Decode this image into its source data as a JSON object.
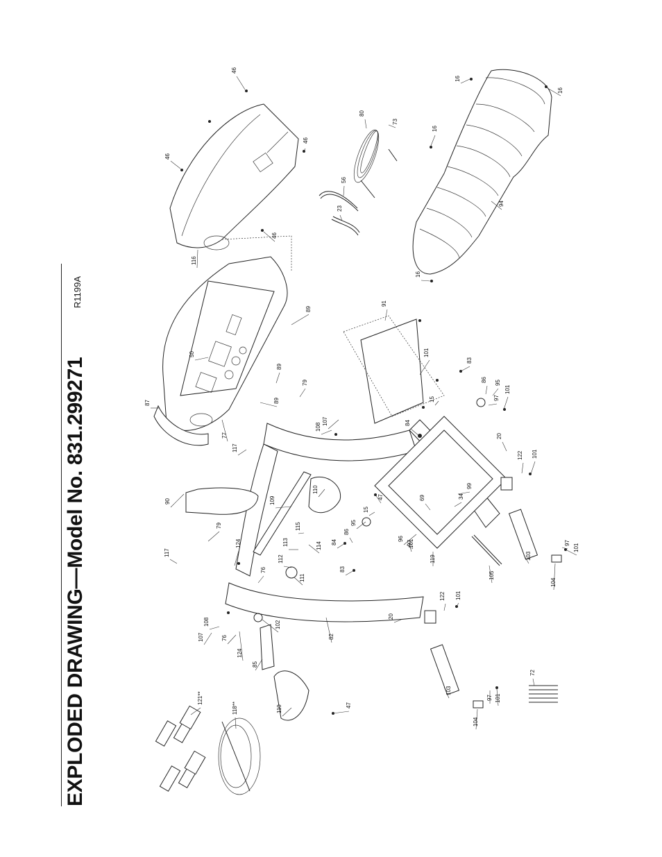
{
  "header": {
    "title": "EXPLODED DRAWING—Model No. 831.299271",
    "drawing_code": "R1199A"
  },
  "callouts": [
    {
      "label": "46"
    },
    {
      "label": "46"
    },
    {
      "label": "46"
    },
    {
      "label": "46"
    },
    {
      "label": "16"
    },
    {
      "label": "16"
    },
    {
      "label": "16"
    },
    {
      "label": "16"
    },
    {
      "label": "80"
    },
    {
      "label": "73"
    },
    {
      "label": "56"
    },
    {
      "label": "23"
    },
    {
      "label": "116"
    },
    {
      "label": "94"
    },
    {
      "label": "50"
    },
    {
      "label": "87"
    },
    {
      "label": "89"
    },
    {
      "label": "89"
    },
    {
      "label": "89"
    },
    {
      "label": "77"
    },
    {
      "label": "79"
    },
    {
      "label": "79"
    },
    {
      "label": "117"
    },
    {
      "label": "117"
    },
    {
      "label": "91"
    },
    {
      "label": "101"
    },
    {
      "label": "101"
    },
    {
      "label": "101"
    },
    {
      "label": "101"
    },
    {
      "label": "101"
    },
    {
      "label": "101"
    },
    {
      "label": "101"
    },
    {
      "label": "83"
    },
    {
      "label": "83"
    },
    {
      "label": "86"
    },
    {
      "label": "86"
    },
    {
      "label": "95"
    },
    {
      "label": "95"
    },
    {
      "label": "97"
    },
    {
      "label": "97"
    },
    {
      "label": "97"
    },
    {
      "label": "97"
    },
    {
      "label": "15"
    },
    {
      "label": "15"
    },
    {
      "label": "84"
    },
    {
      "label": "84"
    },
    {
      "label": "108"
    },
    {
      "label": "108"
    },
    {
      "label": "107"
    },
    {
      "label": "107"
    },
    {
      "label": "20"
    },
    {
      "label": "20"
    },
    {
      "label": "122"
    },
    {
      "label": "122"
    },
    {
      "label": "90"
    },
    {
      "label": "109"
    },
    {
      "label": "110"
    },
    {
      "label": "110"
    },
    {
      "label": "47"
    },
    {
      "label": "47"
    },
    {
      "label": "99"
    },
    {
      "label": "34"
    },
    {
      "label": "69"
    },
    {
      "label": "96"
    },
    {
      "label": "119"
    },
    {
      "label": "124"
    },
    {
      "label": "124"
    },
    {
      "label": "115"
    },
    {
      "label": "113"
    },
    {
      "label": "114"
    },
    {
      "label": "112"
    },
    {
      "label": "111"
    },
    {
      "label": "76"
    },
    {
      "label": "76"
    },
    {
      "label": "103"
    },
    {
      "label": "103"
    },
    {
      "label": "104"
    },
    {
      "label": "104"
    },
    {
      "label": "105"
    },
    {
      "label": "82"
    },
    {
      "label": "102"
    },
    {
      "label": "85"
    },
    {
      "label": "121**"
    },
    {
      "label": "118**"
    },
    {
      "label": "72"
    }
  ]
}
